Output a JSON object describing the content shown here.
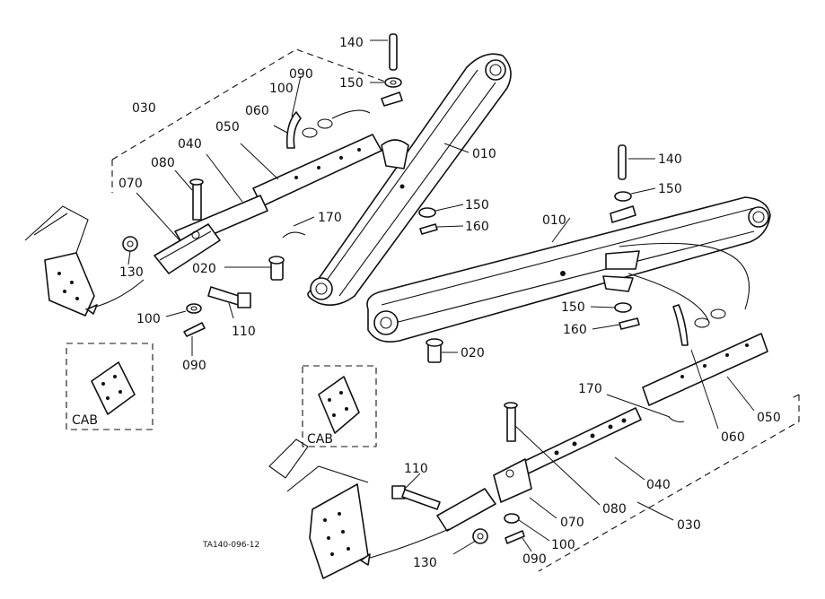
{
  "part_numbers": {
    "lift_arm": "010",
    "pin": "020",
    "check_chain_assy": "030",
    "bar": "040",
    "bar_tube": "050",
    "chain": "060",
    "bracket": "070",
    "pin_long": "080",
    "snap_pin": "090",
    "washer": "100",
    "bolt": "110",
    "nut": "130",
    "pin_top": "140",
    "washer_top": "150",
    "snap_top": "160",
    "cotter": "170"
  },
  "inset_labels": {
    "cab_left": "CAB",
    "cab_right": "CAB"
  },
  "drawing_code": "TA140-096-12"
}
